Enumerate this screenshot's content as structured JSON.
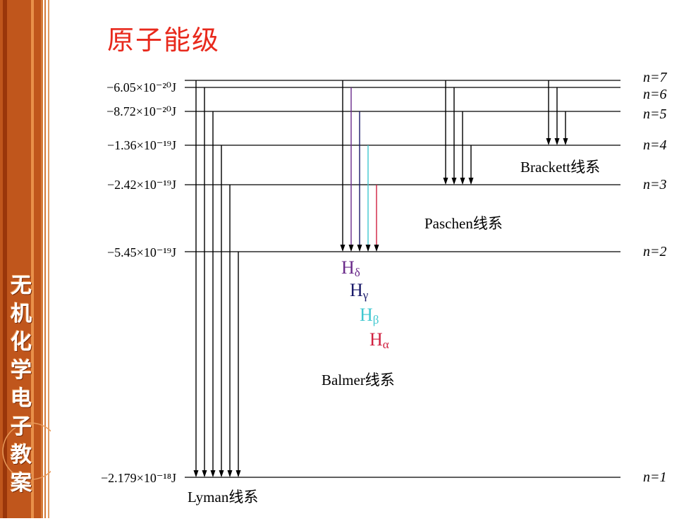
{
  "sidebar": {
    "chars": [
      "无",
      "机",
      "化",
      "学",
      "电",
      "子",
      "教",
      "案"
    ],
    "colors": {
      "dark": "#a83a0c",
      "mid": "#c95a1e",
      "light": "#e88a3c"
    }
  },
  "title": "原子能级",
  "levels": [
    {
      "n_label": "n=7",
      "energy_label": ""
    },
    {
      "n_label": "n=6",
      "energy_label": "−6.05×10⁻²⁰J"
    },
    {
      "n_label": "n=5",
      "energy_label": "−8.72×10⁻²⁰J"
    },
    {
      "n_label": "n=4",
      "energy_label": "−1.36×10⁻¹⁹J"
    },
    {
      "n_label": "n=3",
      "energy_label": "−2.42×10⁻¹⁹J"
    },
    {
      "n_label": "n=2",
      "energy_label": "−5.45×10⁻¹⁹J"
    },
    {
      "n_label": "n=1",
      "energy_label": "−2.179×10⁻¹⁸J"
    }
  ],
  "series": [
    {
      "name": "Lyman线系",
      "final_n": 1,
      "from_n": [
        7,
        6,
        5,
        4,
        3,
        2
      ]
    },
    {
      "name": "Balmer线系",
      "final_n": 2,
      "from_n": [
        7,
        6,
        5,
        4,
        3
      ]
    },
    {
      "name": "Paschen线系",
      "final_n": 3,
      "from_n": [
        7,
        6,
        5,
        4
      ]
    },
    {
      "name": "Brackett线系",
      "final_n": 4,
      "from_n": [
        7,
        6,
        5
      ]
    }
  ],
  "balmer_lines": [
    {
      "base": "H",
      "sub": "δ",
      "from_n": 6,
      "color": "#6a2a8a"
    },
    {
      "base": "H",
      "sub": "γ",
      "from_n": 5,
      "color": "#1a1a6a"
    },
    {
      "base": "H",
      "sub": "β",
      "from_n": 4,
      "color": "#40c8d0"
    },
    {
      "base": "H",
      "sub": "α",
      "from_n": 3,
      "color": "#d02040"
    }
  ]
}
